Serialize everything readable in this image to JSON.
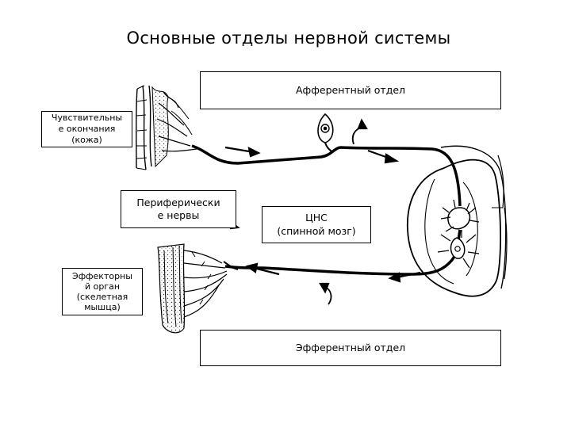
{
  "title": "Основные отделы нервной системы",
  "labels": {
    "afferent": "Афферентный отдел",
    "sensory_endings": "Чувствительны\nе окончания\n(кожа)",
    "peripheral_nerves": "Периферически\nе нервы",
    "cns": "ЦНС\n(спинной мозг)",
    "effector": "Эффекторны\nй орган\n(скелетная\nмышца)",
    "efferent": "Эфферентный отдел"
  }
}
